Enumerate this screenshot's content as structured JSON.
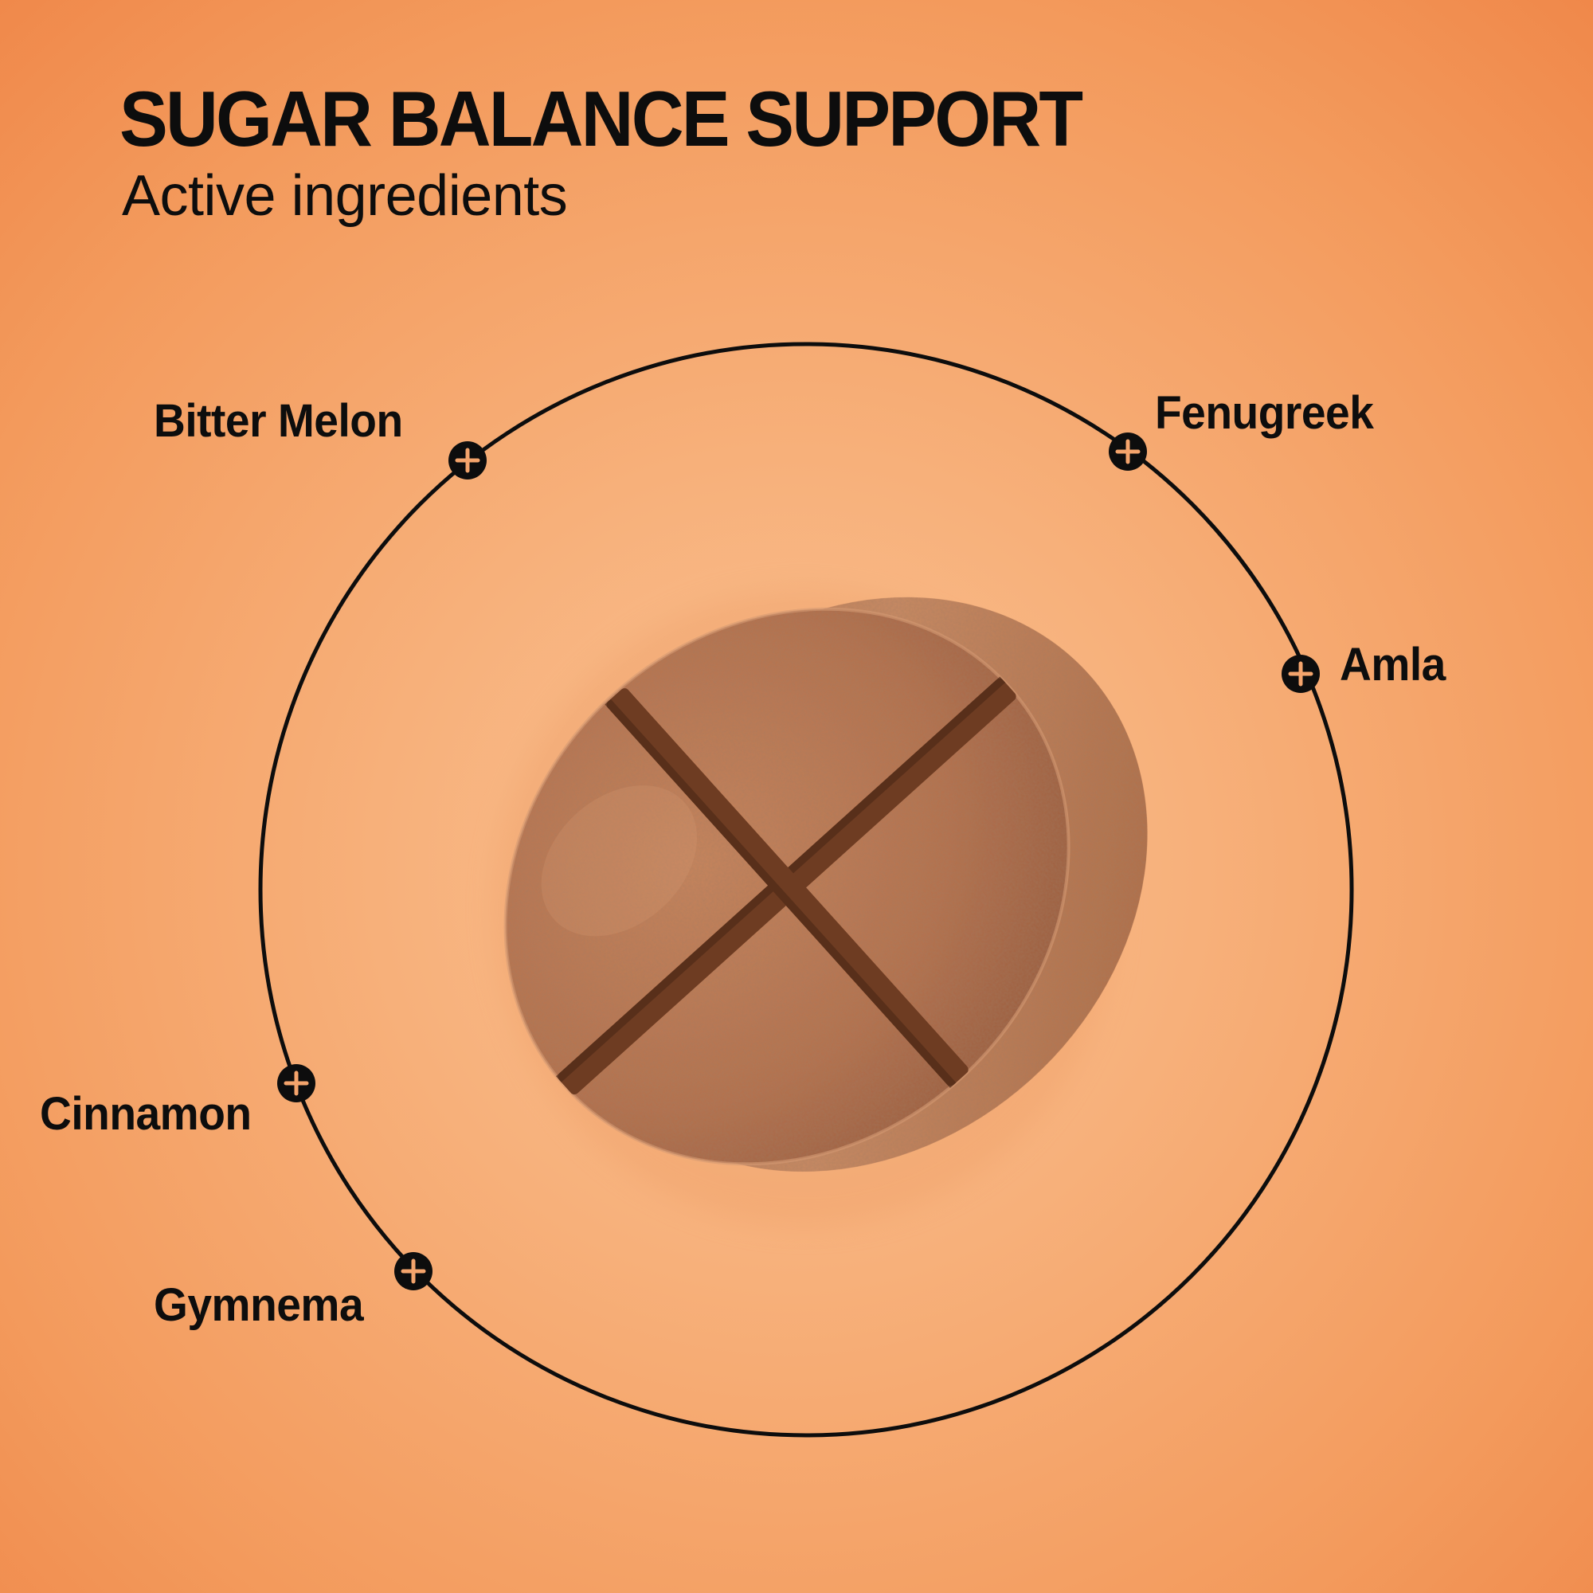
{
  "header": {
    "title": "SUGAR BALANCE SUPPORT",
    "subtitle": "Active ingredients"
  },
  "ingredients": [
    {
      "label": "Bitter Melon",
      "icon": "plus-icon"
    },
    {
      "label": "Fenugreek",
      "icon": "plus-icon"
    },
    {
      "label": "Amla",
      "icon": "plus-icon"
    },
    {
      "label": "Cinnamon",
      "icon": "plus-icon"
    },
    {
      "label": "Gymnema",
      "icon": "plus-icon"
    }
  ],
  "colors": {
    "background": "#f39a5c",
    "background_center": "#f9c294",
    "text": "#0d0d0d",
    "tablet": "#b8744f"
  }
}
